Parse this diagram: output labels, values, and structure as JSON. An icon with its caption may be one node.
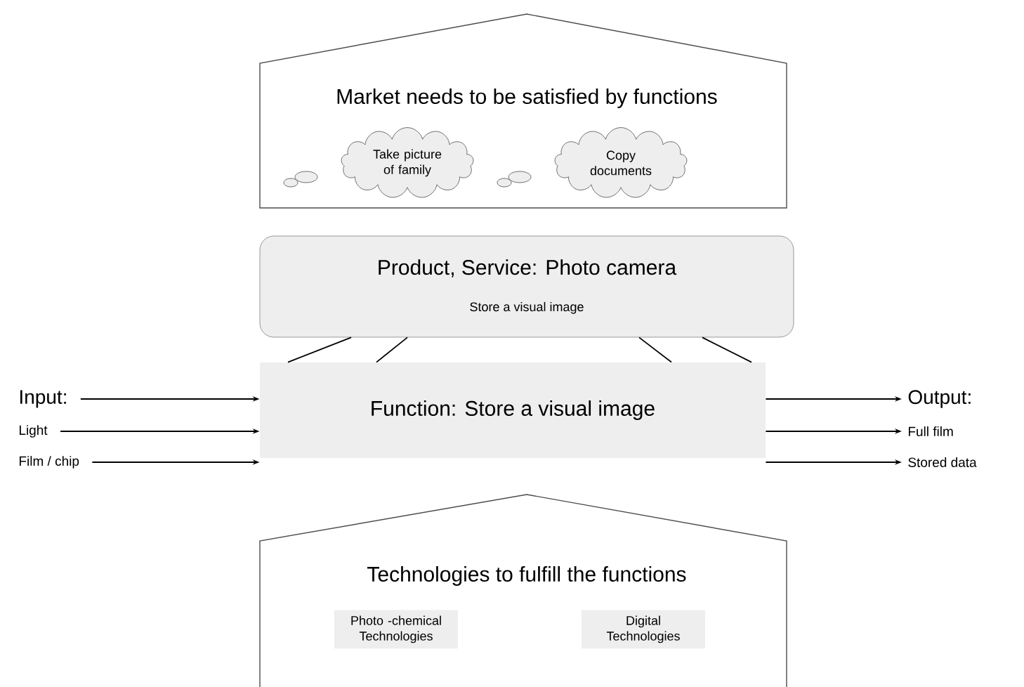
{
  "diagram": {
    "nodes": [
      {
        "text": [
          "Market needs to be satisfied by functions"
        ]
      },
      {
        "text": [
          "Take picture of family"
        ],
        "in": 0
      },
      {
        "text": [
          "Copy documents"
        ],
        "in": 0
      },
      {
        "text": [
          "Product, Service: Photo camera",
          "Store a visual image"
        ]
      },
      {
        "text": [
          "Function: Store a visual image"
        ]
      },
      {
        "text": [
          "Technologies to fulfill the functions"
        ]
      },
      {
        "text": [
          "Photo -chemical Technologies"
        ],
        "in": 5
      },
      {
        "text": [
          "Digital Technologies"
        ],
        "in": 5
      },
      {
        "text": [
          "Input:"
        ]
      },
      {
        "text": [
          "Light"
        ]
      },
      {
        "text": [
          "Film / chip"
        ]
      },
      {
        "text": [
          "Output:"
        ]
      },
      {
        "text": [
          "Full film"
        ]
      },
      {
        "text": [
          "Stored data"
        ]
      }
    ],
    "edges": [
      {
        "from": 8,
        "to": 4,
        "arrow": "to"
      },
      {
        "from": 9,
        "to": 4,
        "arrow": "to"
      },
      {
        "from": 10,
        "to": 4,
        "arrow": "to"
      },
      {
        "from": 4,
        "to": 11,
        "arrow": "to"
      },
      {
        "from": 4,
        "to": 12,
        "arrow": "to"
      },
      {
        "from": 4,
        "to": 13,
        "arrow": "to"
      },
      {
        "from": 3,
        "to": 4,
        "arrow": "none"
      },
      {
        "from": 3,
        "to": 4,
        "arrow": "none"
      },
      {
        "from": 3,
        "to": 4,
        "arrow": "none"
      },
      {
        "from": 3,
        "to": 4,
        "arrow": "none"
      }
    ]
  }
}
